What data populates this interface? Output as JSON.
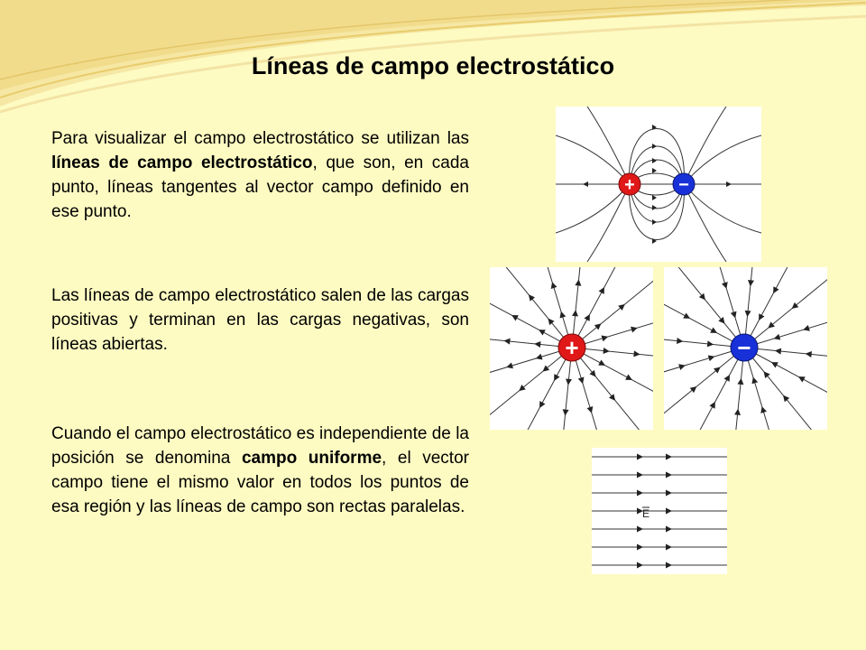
{
  "title": "Líneas de campo electrostático",
  "paragraphs": {
    "p1": {
      "a": "Para visualizar el campo electrostático se utilizan las ",
      "b": "líneas de campo electrostático",
      "c": ", que son, en cada punto, líneas tangentes al vector campo definido en ese punto."
    },
    "p2": "Las líneas de campo electrostático salen de las cargas positivas y terminan en las cargas negativas, son líneas abiertas.",
    "p3": {
      "a": "Cuando el campo electrostático es independiente de la posición se denomina ",
      "b": "campo uniforme",
      "c": ", el vector campo  tiene el mismo valor en todos los puntos de esa región y las líneas de campo son rectas paralelas."
    }
  },
  "figures": {
    "dipole": {
      "pos_sign": "+",
      "neg_sign": "−"
    },
    "positive_charge": {
      "sign": "+"
    },
    "negative_charge": {
      "sign": "−"
    },
    "uniform_field": {
      "label": "E"
    }
  },
  "colors": {
    "background": "#fdfbc2",
    "positive": "#e01818",
    "negative": "#1830d8",
    "swoosh": "#f1dc8c"
  }
}
